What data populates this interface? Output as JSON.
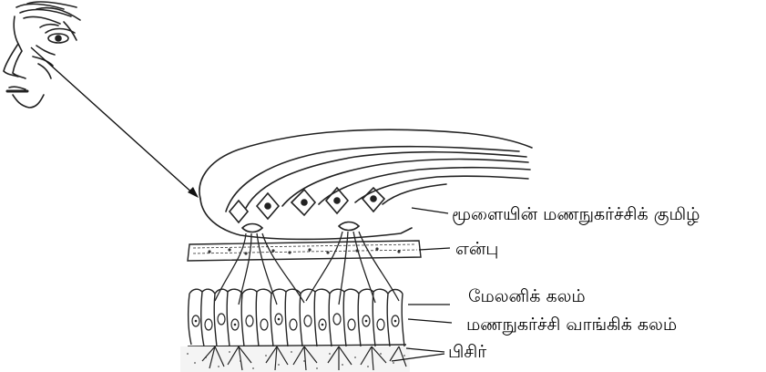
{
  "diagram": {
    "labels": {
      "olfactory_bulb": "மூளையின் மணநுகர்ச்சிக் குமிழ்",
      "bone": "என்பு",
      "epithelial_cell": "மேலனிக் கலம்",
      "receptor_cell": "மணநுகர்ச்சி வாங்கிக் கலம்",
      "mucus": "பிசிர்"
    }
  }
}
